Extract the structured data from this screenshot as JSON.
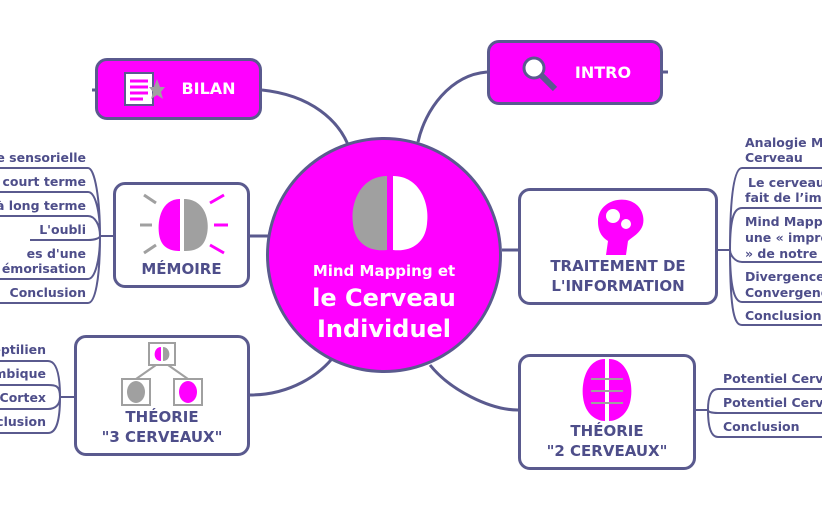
{
  "center": {
    "line1": "Mind Mapping et",
    "line2": "le Cerveau",
    "line3": "Individuel"
  },
  "bilan": {
    "label": "BILAN",
    "icon": "document-star-icon"
  },
  "intro": {
    "label": "INTRO",
    "icon": "magnifier-icon"
  },
  "memoire": {
    "label": "MÉMOIRE",
    "icon": "brain-arrows-icon",
    "leaves": [
      "e sensorielle",
      "à court terme",
      "à long terme",
      "L'oubli",
      "es d'une",
      "émorisation",
      "Conclusion"
    ]
  },
  "traitement": {
    "line1": "TRAITEMENT DE",
    "line2": "L'INFORMATION",
    "icon": "head-gears-icon",
    "leaves": [
      "Analogie Ma",
      "Cerveau",
      "Le cerveau",
      "fait de l’ima",
      "Mind Mappi",
      "une « impre",
      "» de notre c",
      "Divergence",
      "Convergenc",
      "Conclusion"
    ]
  },
  "trois": {
    "line1": "THÉORIE",
    "line2": "\"3 CERVEAUX\"",
    "icon": "brain-hierarchy-icon",
    "leaves": [
      "eptilien",
      "mbique",
      "Cortex",
      "nclusion"
    ]
  },
  "deux": {
    "line1": "THÉORIE",
    "line2": "\"2 CERVEAUX\"",
    "icon": "brain-hemispheres-icon",
    "leaves": [
      "Potentiel Cerve",
      "Potentiel Cerve",
      "Conclusion"
    ]
  },
  "colors": {
    "accent": "#ff00ff",
    "line": "#5a5a8e",
    "brain": "#a0a0a0"
  }
}
